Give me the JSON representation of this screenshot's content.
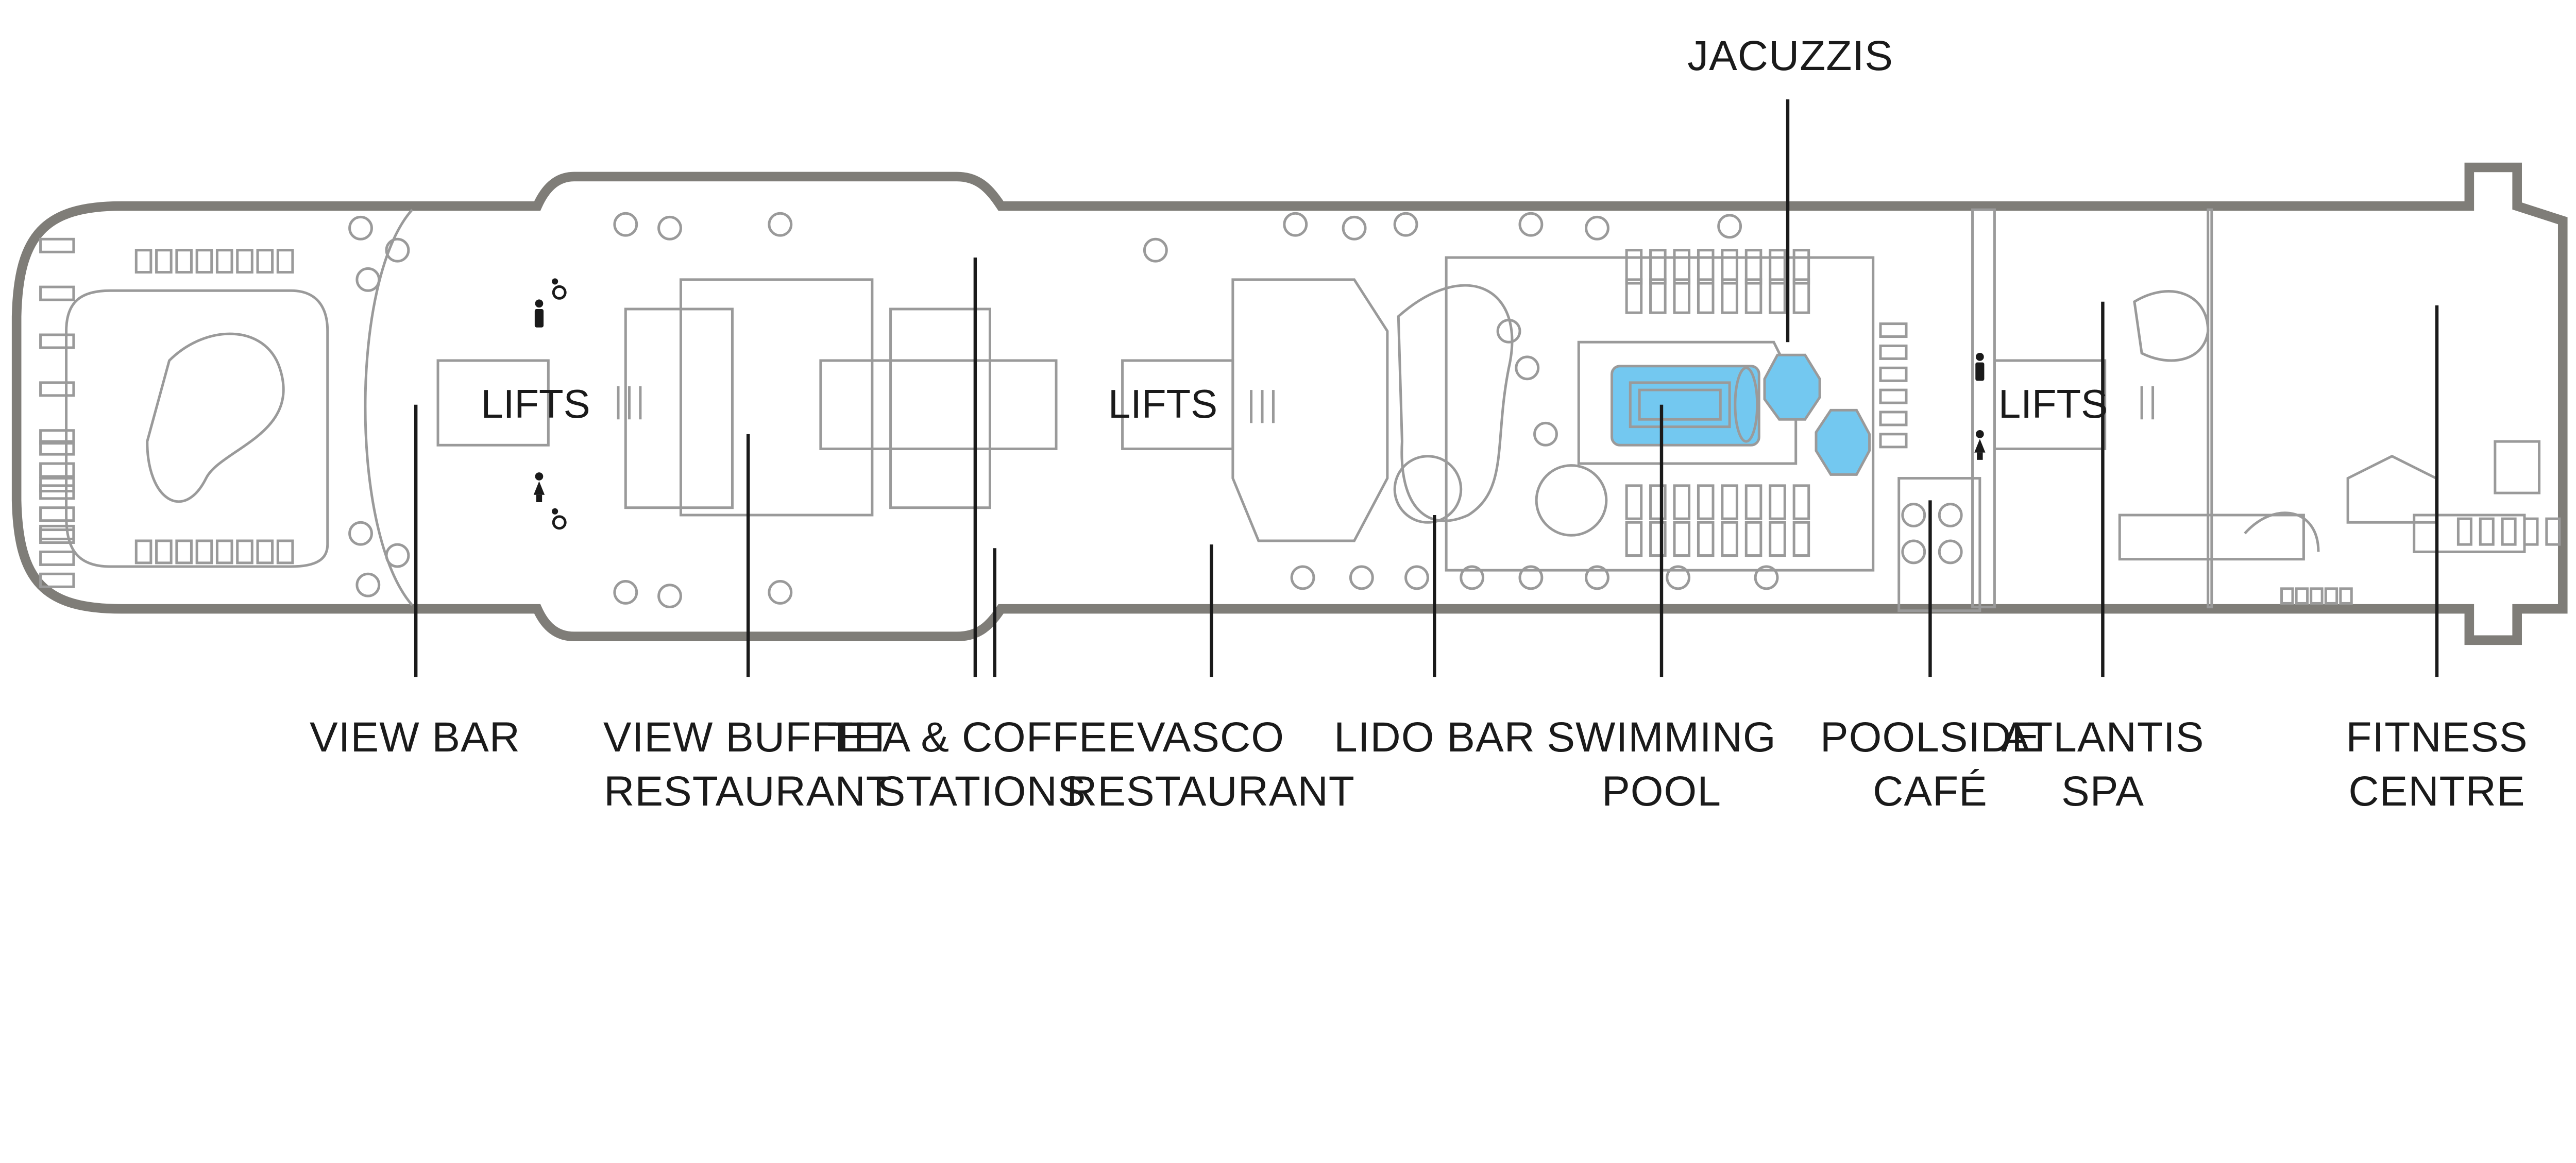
{
  "colors": {
    "hull": "#7f7d78",
    "detail": "#9a9a9a",
    "water": "#73c8f0",
    "text": "#1a1a1a"
  },
  "lifts": [
    "LIFTS",
    "LIFTS",
    "LIFTS"
  ],
  "labels": {
    "jacuzzis": [
      "JACUZZIS"
    ],
    "view_bar": [
      "VIEW BAR"
    ],
    "view_buffet": [
      "VIEW BUFFET",
      "RESTAURANT"
    ],
    "tea_coffee": [
      "TEA & COFFEE",
      "STATIONS"
    ],
    "vasco": [
      "VASCO",
      "RESTAURANT"
    ],
    "lido_bar": [
      "LIDO BAR"
    ],
    "swimming_pool": [
      "SWIMMING",
      "POOL"
    ],
    "poolside_cafe": [
      "POOLSIDE",
      "CAFÉ"
    ],
    "atlantis_spa": [
      "ATLANTIS",
      "SPA"
    ],
    "fitness_centre": [
      "FITNESS",
      "CENTRE"
    ]
  },
  "icons": [
    "restroom-men-icon",
    "restroom-women-icon",
    "wheelchair-icon"
  ]
}
